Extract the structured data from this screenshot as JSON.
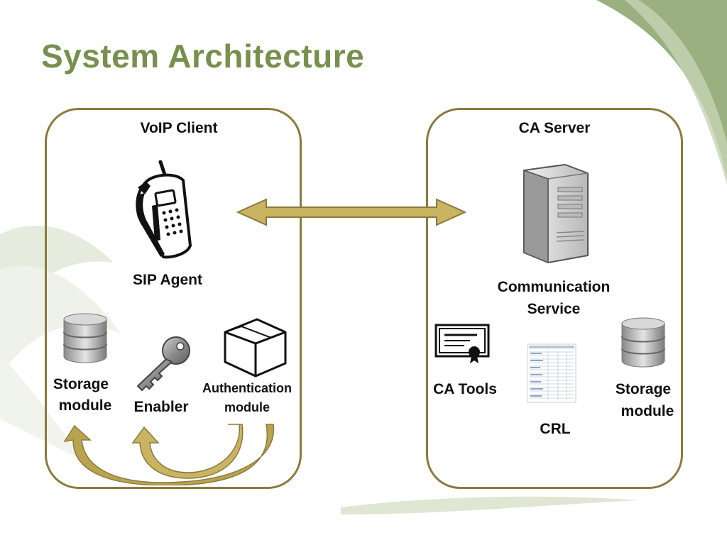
{
  "slide": {
    "title": "System Architecture"
  },
  "voip_client": {
    "header": "VoIP Client",
    "sip_agent": "SIP Agent",
    "storage_line1": "Storage",
    "storage_line2": "module",
    "enabler": "Enabler",
    "auth_line1": "Authentication",
    "auth_line2": "module"
  },
  "ca_server": {
    "header": "CA Server",
    "comm_line1": "Communication",
    "comm_line2": "Service",
    "ca_tools": "CA Tools",
    "crl": "CRL",
    "storage_line1": "Storage",
    "storage_line2": "module"
  },
  "colors": {
    "title": "#77904e",
    "border": "#8a7a3e",
    "arrow": "#c9b462",
    "decor_green": "#9bb080"
  },
  "icons": [
    "mobile-phone-icon",
    "database-icon",
    "key-icon",
    "cube-icon",
    "server-tower-icon",
    "certificate-icon",
    "crl-document-icon"
  ]
}
